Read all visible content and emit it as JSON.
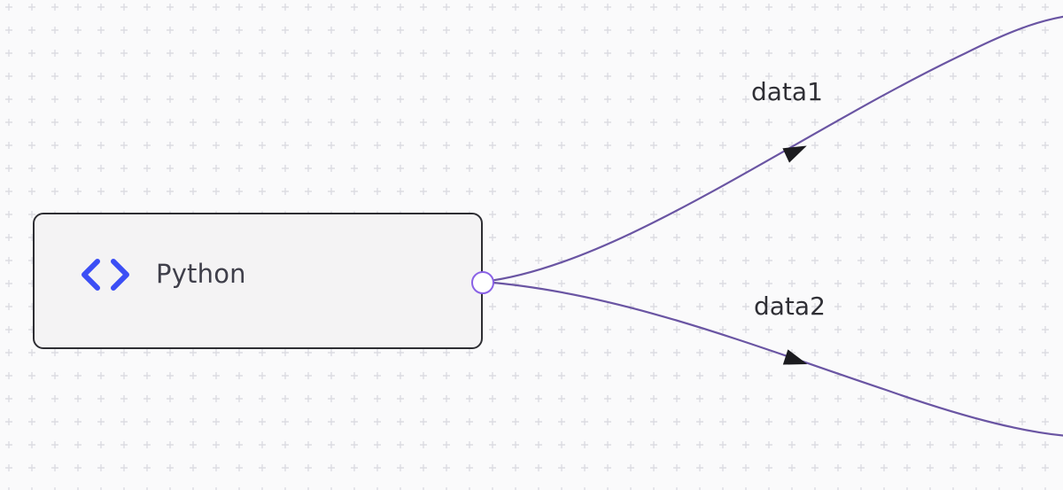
{
  "canvas": {
    "background_color": "#fafafb",
    "grid_marker_color": "#dcdce2"
  },
  "node": {
    "label": "Python",
    "icon": "code-brackets-icon",
    "icon_color": "#3b4ef5",
    "border_color": "#2e2e33",
    "fill_color": "#f4f3f4"
  },
  "edges": [
    {
      "label": "data1",
      "color": "#6a55a3"
    },
    {
      "label": "data2",
      "color": "#6a55a3"
    }
  ]
}
